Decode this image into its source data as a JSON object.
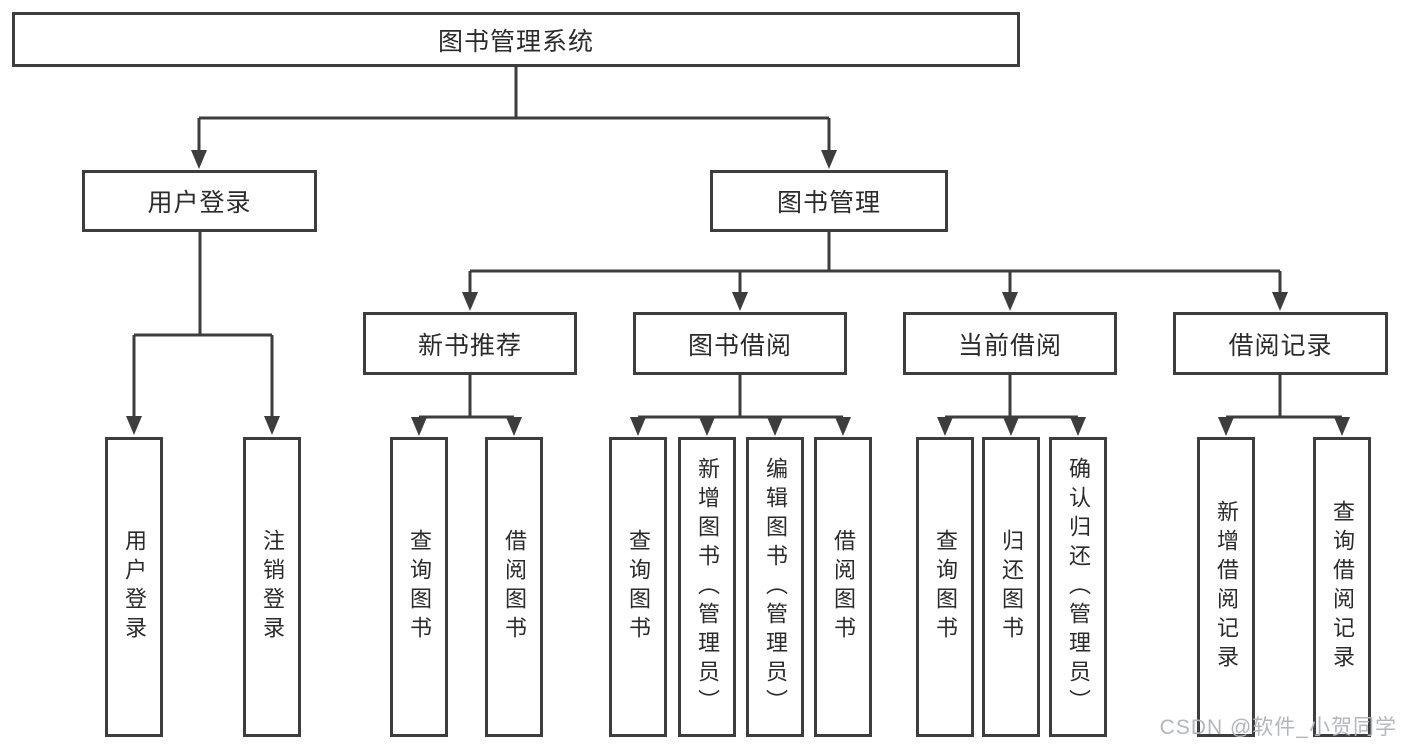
{
  "diagram": {
    "root": {
      "label": "图书管理系统"
    },
    "level2": [
      {
        "label": "用户登录"
      },
      {
        "label": "图书管理"
      }
    ],
    "level3": [
      {
        "label": "新书推荐"
      },
      {
        "label": "图书借阅"
      },
      {
        "label": "当前借阅"
      },
      {
        "label": "借阅记录"
      }
    ],
    "leaves": {
      "user_login": [
        "用户登录",
        "注销登录"
      ],
      "new_book_recommend": [
        "查询图书",
        "借阅图书"
      ],
      "book_borrowing": [
        "查询图书",
        "新增图书（管理员）",
        "编辑图书（管理员）",
        "借阅图书"
      ],
      "current_borrowing": [
        "查询图书",
        "归还图书",
        "确认归还（管理员）"
      ],
      "borrowing_records": [
        "新增借阅记录",
        "查询借阅记录"
      ]
    }
  },
  "watermark": {
    "text": "CSDN @软件_小贺同学"
  },
  "colors": {
    "line": "#3d3d3d",
    "text": "#2b2b2b",
    "watermark": "#b3b7bc",
    "background": "#ffffff"
  }
}
